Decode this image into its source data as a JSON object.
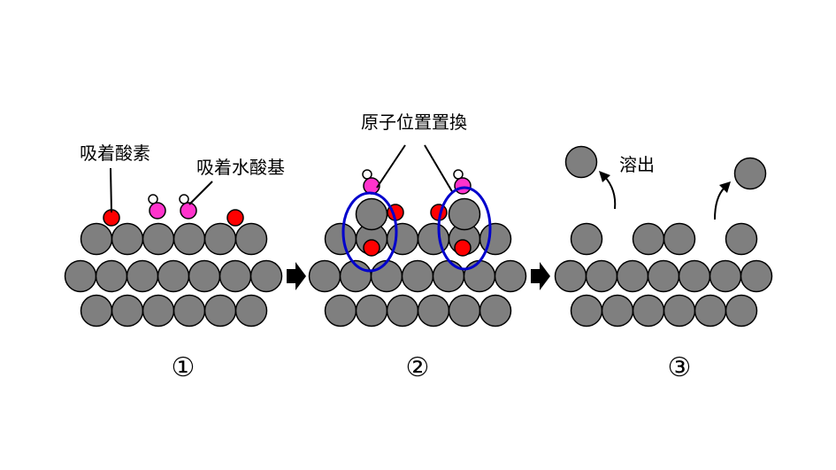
{
  "labels": {
    "adsorbed_oxygen": "吸着酸素",
    "adsorbed_hydroxyl": "吸着水酸基",
    "site_exchange": "原子位置置換",
    "dissolution": "溶出"
  },
  "steps": [
    "①",
    "②",
    "③"
  ],
  "colors": {
    "metal_atom": "#7f7f7f",
    "oxygen": "#ff0000",
    "hydroxyl_oxygen": "#ff33cc",
    "hydrogen": "#ffffff",
    "highlight_ring": "#0000cc",
    "arrow": "#000000"
  }
}
